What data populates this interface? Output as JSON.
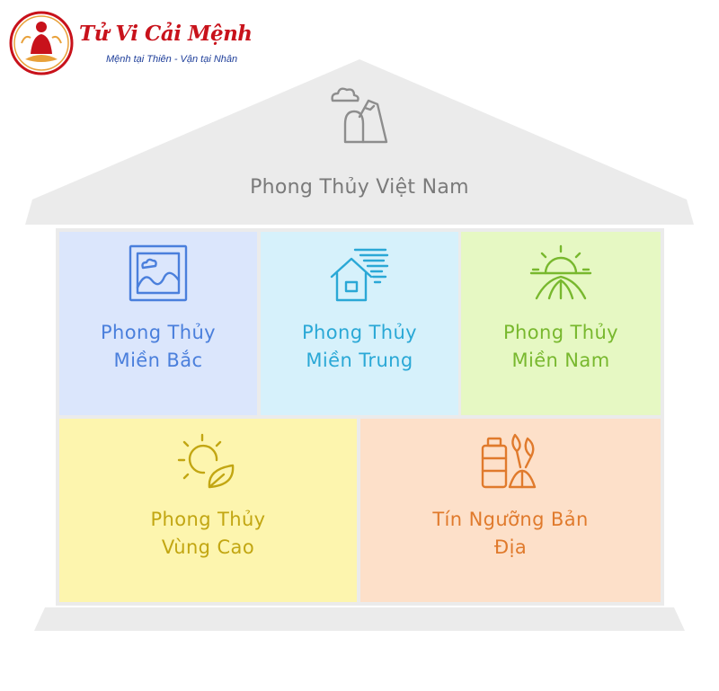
{
  "logo": {
    "title": "Tử Vi Cải Mệnh",
    "tagline": "Mệnh tại Thiên - Vận tại Nhân",
    "colors": {
      "title": "#c8121b",
      "tagline": "#1f3f9a",
      "mark": "#c8121b"
    }
  },
  "house": {
    "title": "Phong Thủy Việt Nam",
    "roof_icon": "mountain-cloud-icon",
    "structure_color": "#ebebeb"
  },
  "rooms": [
    {
      "line1": "Phong Thủy",
      "line2": "Miền Bắc",
      "icon": "landscape-picture-icon",
      "color": "#4a7fdc",
      "bg": "#dbe6fc"
    },
    {
      "line1": "Phong Thủy",
      "line2": "Miền Trung",
      "icon": "house-wind-icon",
      "color": "#2aa8d6",
      "bg": "#d6f1fb"
    },
    {
      "line1": "Phong Thủy",
      "line2": "Miền Nam",
      "icon": "sunrise-field-icon",
      "color": "#78b82e",
      "bg": "#e6f8c3"
    },
    {
      "line1": "Phong Thủy",
      "line2": "Vùng Cao",
      "icon": "sun-leaf-icon",
      "color": "#c2a612",
      "bg": "#fdf5ae"
    },
    {
      "line1": "Tín Ngưỡng Bản",
      "line2": "Địa",
      "icon": "offerings-icon",
      "color": "#e07a2c",
      "bg": "#fde0c9"
    }
  ]
}
